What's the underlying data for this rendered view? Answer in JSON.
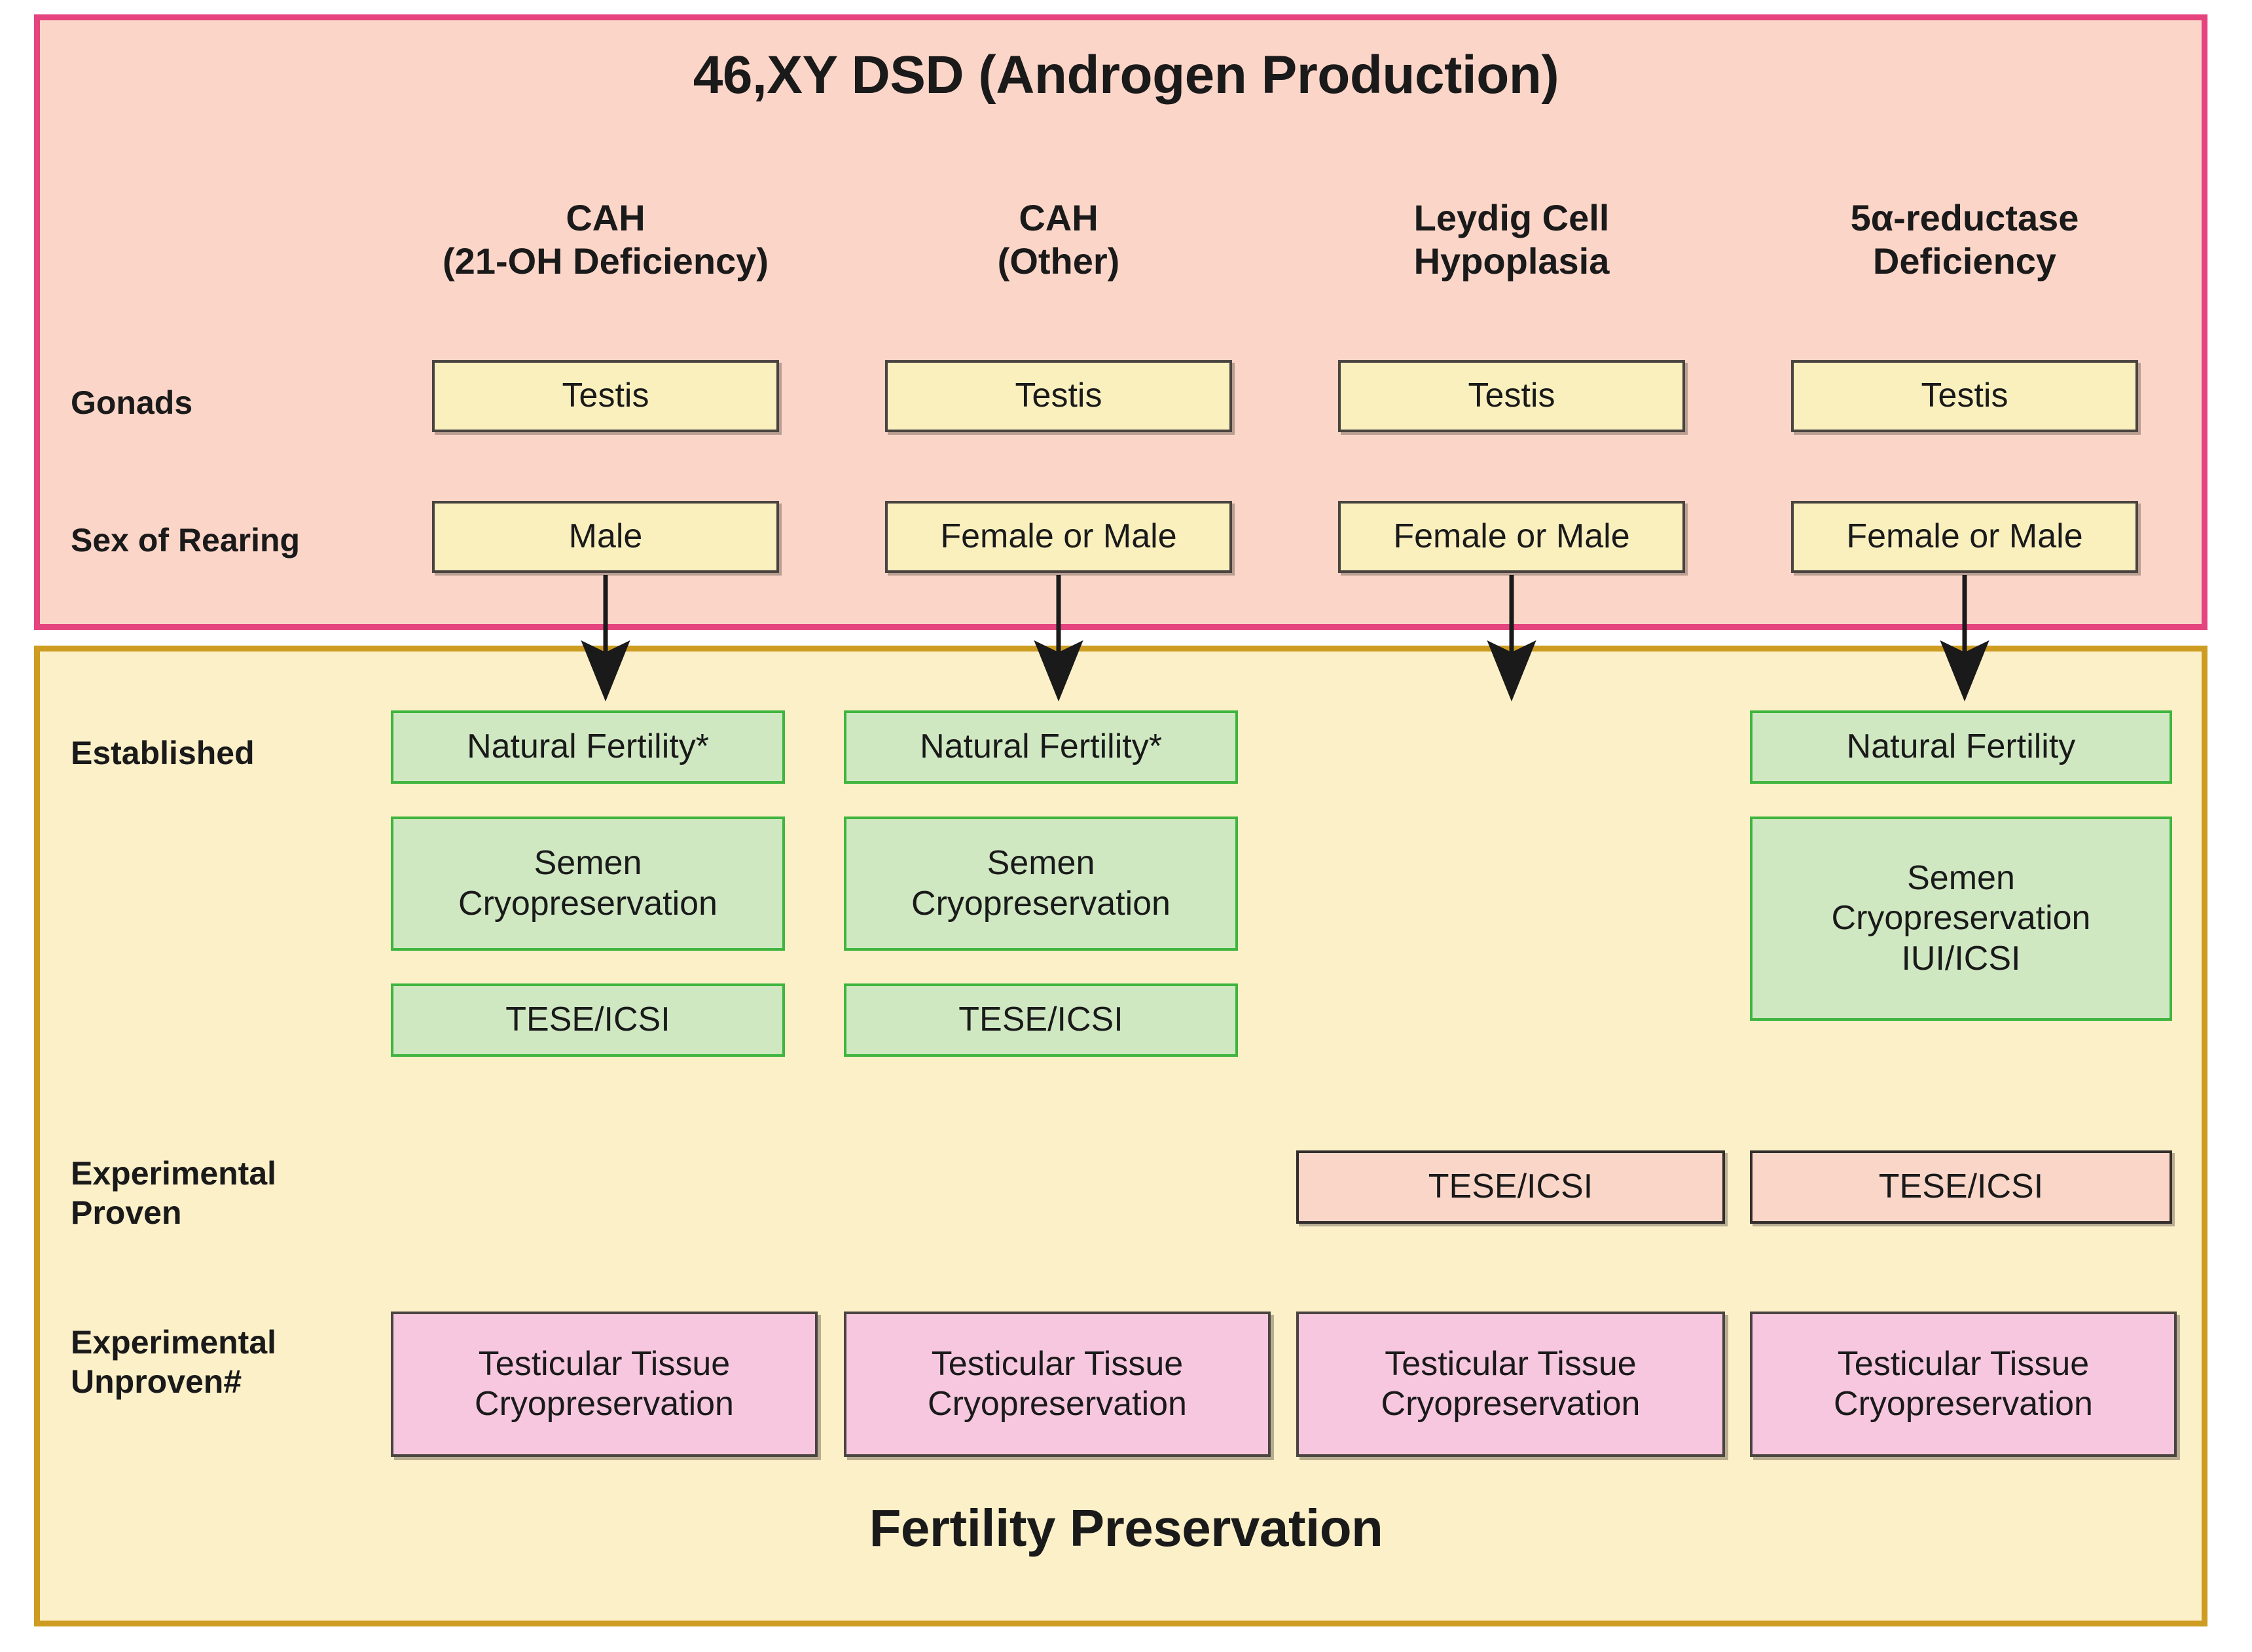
{
  "top_panel": {
    "title": "46,XY DSD (Androgen Production)",
    "accent_border": "#E5447F",
    "fill": "#FBD5C8",
    "columns": [
      {
        "line1": "CAH",
        "line2": "(21-OH Deficiency)"
      },
      {
        "line1": "CAH",
        "line2": "(Other)"
      },
      {
        "line1": "Leydig Cell",
        "line2": "Hypoplasia"
      },
      {
        "line1": "5α-reductase",
        "line2": "Deficiency"
      }
    ],
    "rows": [
      {
        "label": "Gonads",
        "cells": [
          "Testis",
          "Testis",
          "Testis",
          "Testis"
        ]
      },
      {
        "label": "Sex of Rearing",
        "cells": [
          "Male",
          "Female or Male",
          "Female or Male",
          "Female or Male"
        ]
      }
    ]
  },
  "bottom_panel": {
    "title": "Fertility Preservation",
    "accent_border": "#CD9C20",
    "fill": "#FCF0C9",
    "rows": [
      {
        "label": "Established",
        "color": "#CFE8C2",
        "border": "#3FB53F",
        "cells": [
          [
            "Natural Fertility*",
            "Semen\nCryopreservation",
            "TESE/ICSI"
          ],
          [
            "Natural Fertility*",
            "Semen\nCryopreservation",
            "TESE/ICSI"
          ],
          [],
          [
            "Natural Fertility",
            "Semen\nCryopreservation\nIUI/ICSI"
          ]
        ]
      },
      {
        "label": "Experimental\nProven",
        "color": "#FAD6C9",
        "border": "#332E2B",
        "cells": [
          [],
          [],
          [
            "TESE/ICSI"
          ],
          [
            "TESE/ICSI"
          ]
        ]
      },
      {
        "label": "Experimental\nUnproven#",
        "color": "#F7C7DF",
        "border": "#4A4440",
        "cells": [
          [
            "Testicular Tissue\nCryopreservation"
          ],
          [
            "Testicular Tissue\nCryopreservation"
          ],
          [
            "Testicular Tissue\nCryopreservation"
          ],
          [
            "Testicular Tissue\nCryopreservation"
          ]
        ]
      }
    ]
  },
  "connectors": {
    "count": 4,
    "description": "downward arrows from Sex of Rearing boxes into Fertility Preservation panel"
  }
}
